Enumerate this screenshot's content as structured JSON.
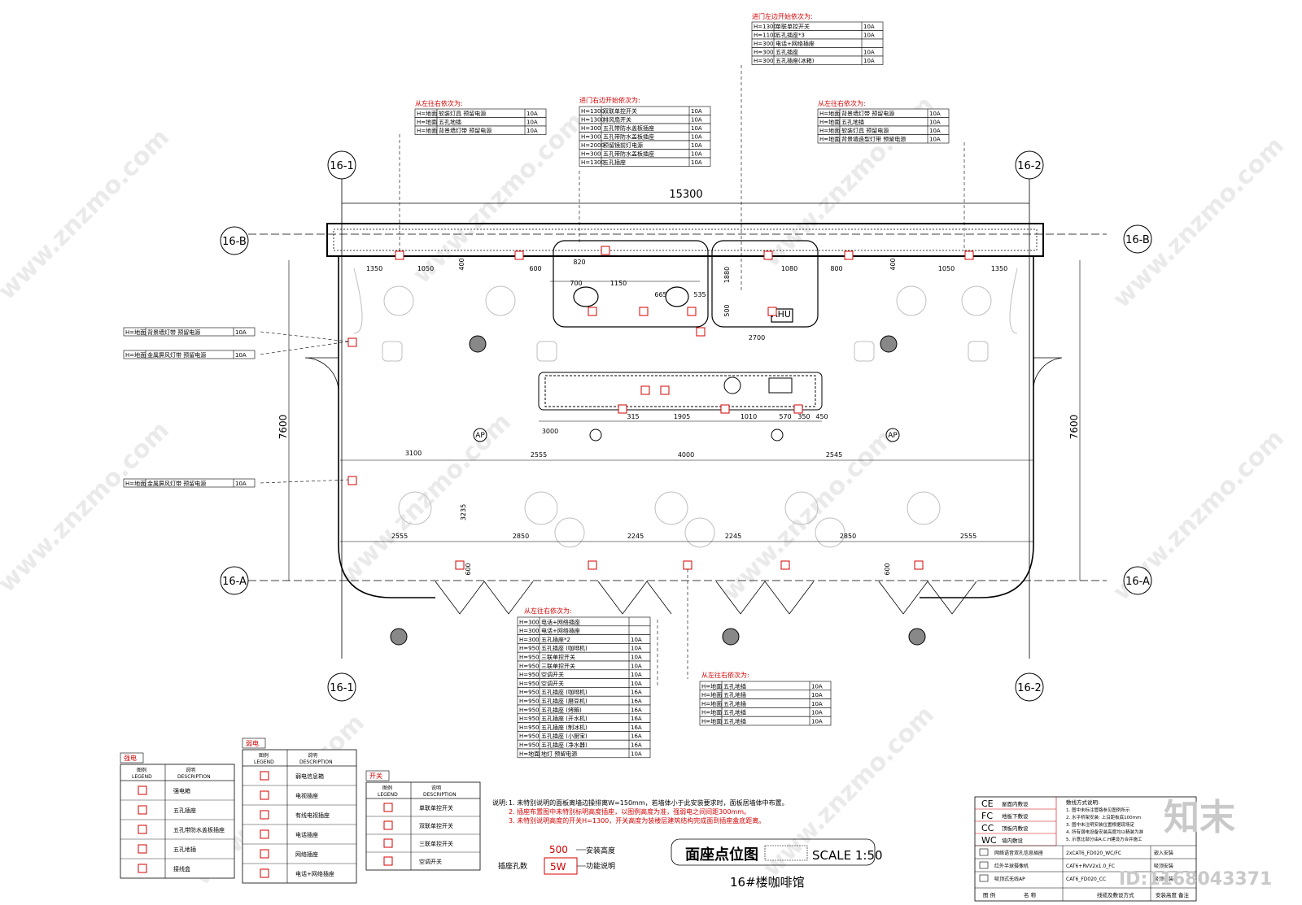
{
  "drawing": {
    "title": "面座点位图",
    "scale": "SCALE 1:50",
    "subtitle": "16#楼咖啡馆",
    "watermark": "www.znzmo.com",
    "brand": "知末",
    "id_label": "ID:1168043371"
  },
  "axes": {
    "top_left": "16-1",
    "top_right": "16-2",
    "bottom_left": "16-1",
    "bottom_right": "16-2",
    "row_b_left": "16-B",
    "row_b_right": "16-B",
    "row_a_left": "16-A",
    "row_a_right": "16-A"
  },
  "dimensions": {
    "overall_width": "15300",
    "height_left": "7600",
    "height_right": "7600",
    "top_row": [
      "1350",
      "1050",
      "400",
      "600",
      "820",
      "700",
      "1150",
      "665",
      "535",
      "1880",
      "500",
      "1080",
      "800",
      "400",
      "1050",
      "1350"
    ],
    "mid": [
      "2700",
      "3000",
      "315",
      "1905",
      "1010",
      "570",
      "350",
      "450",
      "3100",
      "2555",
      "4000",
      "2545",
      "3235"
    ],
    "bottom_row": [
      "2555",
      "2850",
      "2245",
      "2245",
      "2850",
      "2555",
      "600",
      "600"
    ],
    "ap_label": "AP",
    "ahu_label": "AHU"
  },
  "tables": {
    "top_center": {
      "heading": "进门左边开始依次为:",
      "rows": [
        [
          "H=1300",
          "单联单控开关",
          "10A"
        ],
        [
          "H=1100",
          "五孔插座*3",
          "10A"
        ],
        [
          "H=300",
          "电话+网络插座",
          ""
        ],
        [
          "H=300",
          "五孔插座",
          "10A"
        ],
        [
          "H=300",
          "五孔插座(冰箱)",
          "10A"
        ]
      ]
    },
    "top_left": {
      "heading": "从左往右依次为:",
      "rows": [
        [
          "H=地面",
          "软装灯具 预留电源",
          "10A"
        ],
        [
          "H=地面",
          "五孔地插",
          "10A"
        ],
        [
          "H=地面",
          "背景墙灯带 预留电源",
          "10A"
        ]
      ]
    },
    "top_mid": {
      "heading": "进门右边开始依次为:",
      "rows": [
        [
          "H=1300",
          "双联单控开关",
          "10A"
        ],
        [
          "H=1300",
          "排风扇开关",
          "10A"
        ],
        [
          "H=300",
          "五孔带防水盖板插座",
          "10A"
        ],
        [
          "H=300",
          "五孔带防水盖板插座",
          "10A"
        ],
        [
          "H=2000",
          "预留镜前灯电源",
          "10A"
        ],
        [
          "H=300",
          "五孔带防水盖板插座",
          "10A"
        ],
        [
          "H=1300",
          "五孔插座",
          "10A"
        ]
      ]
    },
    "top_right": {
      "heading": "从左往右依次为:",
      "rows": [
        [
          "H=地面",
          "背景墙灯带 预留电源",
          "10A"
        ],
        [
          "H=地面",
          "五孔地插",
          "10A"
        ],
        [
          "H=地面",
          "软装灯具 预留电源",
          "10A"
        ],
        [
          "H=地面",
          "背景墙造型灯带 预留电源",
          "10A"
        ]
      ]
    },
    "left_notes": [
      [
        "H=地面",
        "背景墙灯带 预留电源",
        "10A"
      ],
      [
        "H=地面",
        "金属屏风灯带 预留电源",
        "10A"
      ],
      [
        "H=地面",
        "金属屏风灯带 预留电源",
        "10A"
      ]
    ],
    "bottom_center": {
      "heading": "从左往右依次为:",
      "rows": [
        [
          "H=300",
          "电话+网络插座",
          ""
        ],
        [
          "H=300",
          "电话+网络插座",
          ""
        ],
        [
          "H=300",
          "五孔插座*2",
          "10A"
        ],
        [
          "H=950",
          "五孔插座 (咖啡机)",
          "10A"
        ],
        [
          "H=950",
          "三联单控开关",
          "10A"
        ],
        [
          "H=950",
          "三联单控开关",
          "10A"
        ],
        [
          "H=950",
          "空调开关",
          "10A"
        ],
        [
          "H=950",
          "空调开关",
          "10A"
        ],
        [
          "H=950",
          "五孔插座 (咖啡机)",
          "16A"
        ],
        [
          "H=950",
          "五孔插座 (磨豆机)",
          "16A"
        ],
        [
          "H=950",
          "五孔插座 (烤箱)",
          "16A"
        ],
        [
          "H=950",
          "五孔插座 (开水机)",
          "16A"
        ],
        [
          "H=950",
          "五孔插座 (制冰机)",
          "16A"
        ],
        [
          "H=950",
          "五孔插座 (小厨宝)",
          "16A"
        ],
        [
          "H=950",
          "五孔插座 (净水器)",
          "16A"
        ],
        [
          "H=地面",
          "地灯 预留电源",
          "10A"
        ]
      ]
    },
    "bottom_right": {
      "heading": "从左往右依次为:",
      "rows": [
        [
          "H=地面",
          "五孔地插",
          "10A"
        ],
        [
          "H=地面",
          "五孔地插",
          "10A"
        ],
        [
          "H=地面",
          "五孔地插",
          "10A"
        ],
        [
          "H=地面",
          "五孔地插",
          "10A"
        ],
        [
          "H=地面",
          "五孔地插",
          "10A"
        ]
      ]
    }
  },
  "legends": {
    "strong": {
      "title": "强电",
      "col1": "图例",
      "col1_en": "LEGEND",
      "col2": "说明",
      "col2_en": "DESCRIPTION",
      "items": [
        "强电箱",
        "五孔插座",
        "五孔带防水盖板插座",
        "五孔地插",
        "接线盒"
      ]
    },
    "weak": {
      "title": "弱电",
      "col1": "图例",
      "col1_en": "LEGEND",
      "col2": "说明",
      "col2_en": "DESCRIPTION",
      "items": [
        "弱电信息箱",
        "电视插座",
        "有线电视插座",
        "电话插座",
        "网络插座",
        "电话+网络插座"
      ]
    },
    "switch": {
      "title": "开关",
      "col1": "图例",
      "col1_en": "LEGEND",
      "col2": "说明",
      "col2_en": "DESCRIPTION",
      "items": [
        "单联单控开关",
        "双联单控开关",
        "三联单控开关",
        "空调开关"
      ]
    }
  },
  "notes": {
    "label": "说明:",
    "lines": [
      "1. 未特别说明的面板离墙边操排离W=150mm，若墙体小于此安装要求时，面板居墙体中布置。",
      "2. 插座布置图中未特别标明高度插座，以图例高度为准，强弱电之间间距300mm。",
      "3. 未特别说明高度的开关H=1300，开关高度为装楼层建筑结构完成面到插座盒底距离。"
    ]
  },
  "key": {
    "height_value": "500",
    "height_label": "安装高度",
    "count_label": "插座孔数",
    "func_value": "5W",
    "func_label": "功能说明"
  },
  "right_table": {
    "codes": [
      [
        "CE",
        "屋面内敷设"
      ],
      [
        "FC",
        "地板下敷设"
      ],
      [
        "CC",
        "顶板内敷设"
      ],
      [
        "WC",
        "墙内敷设"
      ]
    ],
    "notes_title": "敷线方式说明:",
    "notes": [
      "1. 图中未标注管路参见图例所示",
      "2. 水平桥架安装: 上沿距板底100mm",
      "3. 图中未注明安装位置根据现场定",
      "4. 所有弱电设备安装高度均以精装为准",
      "5. 示意比部分由A.C.H建设方合并施工"
    ],
    "rows": [
      [
        "网络语音双孔信息插座",
        "2xCAT6_FD020_WC/FC",
        "嵌入安装"
      ],
      [
        "红外半球摄像机",
        "CAT6+RVV2x1.0_FC",
        "吸顶安装"
      ],
      [
        "吸顶式无线AP",
        "CAT6_FD020_CC",
        "吸顶安装"
      ]
    ],
    "footer": [
      "图 例",
      "名 称",
      "线缆及敷设方式",
      "安装高度",
      "备注"
    ]
  }
}
